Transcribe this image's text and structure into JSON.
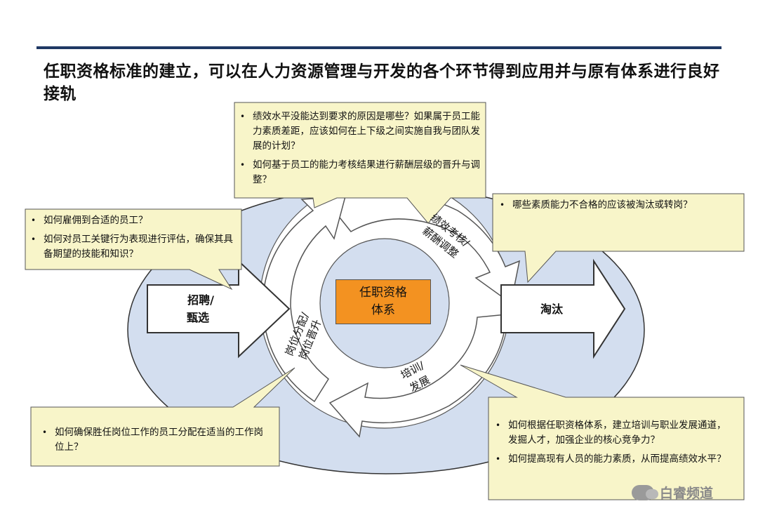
{
  "title": "任职资格标准的建立，可以在人力资源管理与开发的各个环节得到应用并与原有体系进行良好接轨",
  "center": {
    "line1": "任职资格",
    "line2": "体系"
  },
  "arrows": {
    "recruit": {
      "line1": "招聘/",
      "line2": "甄选"
    },
    "eliminate": "淘汰"
  },
  "ring": {
    "performance": {
      "line1": "绩效考核/",
      "line2": "薪酬调整"
    },
    "allocation": {
      "line1": "岗位分配/",
      "line2": "岗位晋升"
    },
    "training": {
      "line1": "培训/",
      "line2": "发展"
    }
  },
  "callouts": {
    "recruit": [
      "如何雇佣到合适的员工？",
      "如何对员工关键行为表现进行评估，确保其具备期望的技能和知识？"
    ],
    "performance": [
      "绩效水平没能达到要求的原因是哪些？如果属于员工能力素质差距，应该如何在上下级之间实施自我与团队发展的计划？",
      "如何基于员工的能力考核结果进行薪酬层级的晋升与调整？"
    ],
    "eliminate": [
      "哪些素质能力不合格的应该被淘汰或转岗？"
    ],
    "allocation": [
      "如何确保胜任岗位工作的员工分配在适当的工作岗位上？"
    ],
    "training": [
      "如何根据任职资格体系，建立培训与职业发展通道，发掘人才，加强企业的核心竞争力？",
      "如何提高现有人员的能力素质，从而提高绩效水平？"
    ]
  },
  "watermark": "白睿频道",
  "colors": {
    "ellipse": "#d3deef",
    "callout": "#f8f5c9",
    "center": "#f39221",
    "rule": "#1f3864"
  }
}
